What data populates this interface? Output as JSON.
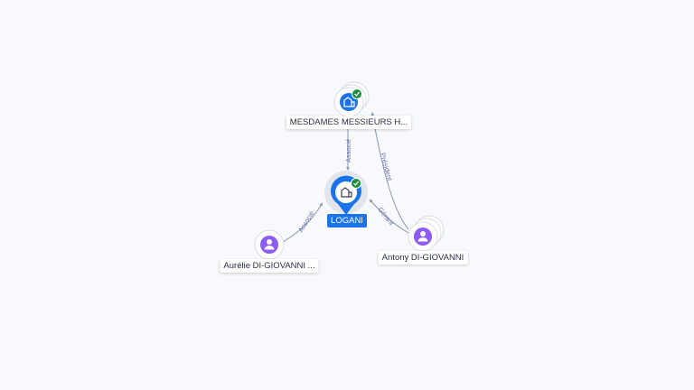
{
  "nodes": {
    "company_top": {
      "label": "MESDAMES MESSIEURS H...",
      "icon": "building-icon",
      "verified": true
    },
    "company_main": {
      "label": "LOGANI",
      "icon": "building-icon",
      "verified": true
    },
    "person_left": {
      "label": "Aurélie DI-GIOVANNI ...",
      "icon": "person-icon"
    },
    "person_right": {
      "label": "Antony DI-GIOVANNI",
      "icon": "person-icon"
    }
  },
  "edges": {
    "top_to_main": "Associé",
    "right_to_top": "Président",
    "left_to_main": "Associé",
    "right_to_main": "Gérant"
  },
  "colors": {
    "company_blue": "#1a73e8",
    "person_purple": "#8b5cf6",
    "verified_green": "#1e8e3e",
    "edge": "#8a94b6"
  }
}
